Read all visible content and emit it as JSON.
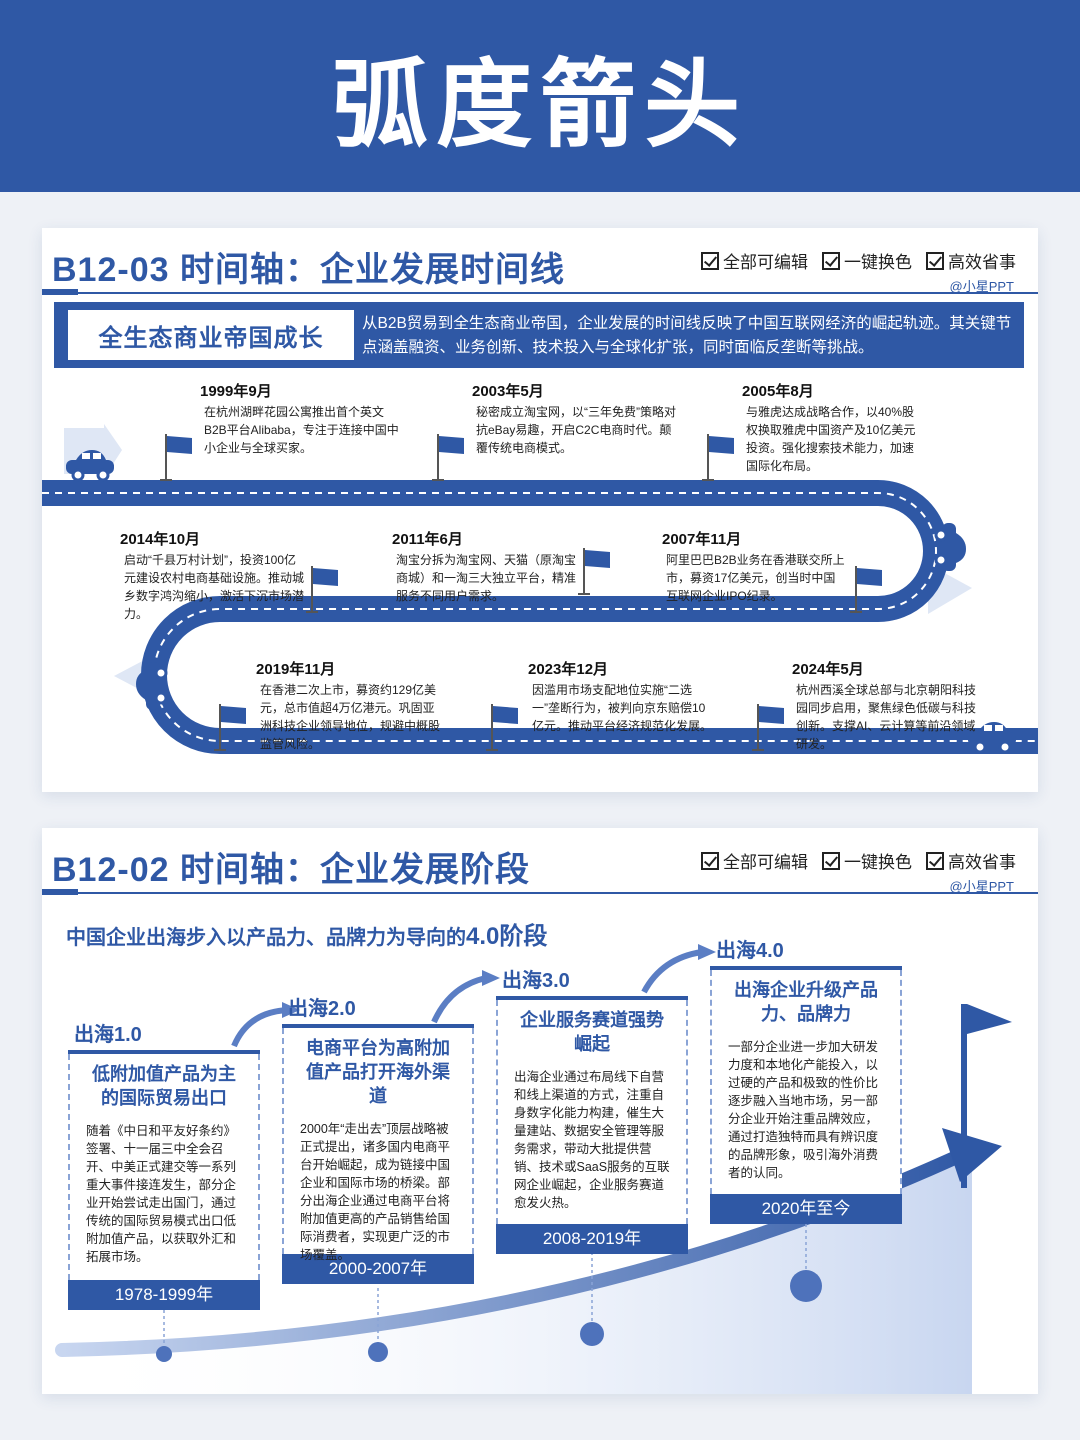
{
  "banner": {
    "title": "弧度箭头"
  },
  "features": [
    "全部可编辑",
    "一键换色",
    "高效省事"
  ],
  "author": "@小星PPT",
  "card1": {
    "title": "B12-03 时间轴：企业发展时间线",
    "subtitle": "全生态商业帝国成长",
    "description": "从B2B贸易到全生态商业帝国，企业发展的时间线反映了中国互联网经济的崛起轨迹。其关键节点涵盖融资、业务创新、技术投入与全球化扩张，同时面临反垄断等挑战。",
    "events": [
      {
        "date": "1999年9月",
        "text": "在杭州湖畔花园公寓推出首个英文B2B平台Alibaba，专注于连接中国中小企业与全球买家。"
      },
      {
        "date": "2003年5月",
        "text": "秘密成立淘宝网，以“三年免费”策略对抗eBay易趣，开启C2C电商时代。颠覆传统电商模式。"
      },
      {
        "date": "2005年8月",
        "text": "与雅虎达成战略合作，以40%股权换取雅虎中国资产及10亿美元投资。强化搜索技术能力，加速国际化布局。"
      },
      {
        "date": "2014年10月",
        "text": "启动“千县万村计划”，投资100亿元建设农村电商基础设施。推动城乡数字鸿沟缩小，激活下沉市场潜力。"
      },
      {
        "date": "2011年6月",
        "text": "淘宝分拆为淘宝网、天猫（原淘宝商城）和一淘三大独立平台，精准服务不同用户需求。"
      },
      {
        "date": "2007年11月",
        "text": "阿里巴巴B2B业务在香港联交所上市，募资17亿美元，创当时中国互联网企业IPO纪录。"
      },
      {
        "date": "2019年11月",
        "text": "在香港二次上市，募资约129亿美元，总市值超4万亿港元。巩固亚洲科技企业领导地位，规避中概股监管风险。"
      },
      {
        "date": "2023年12月",
        "text": "因滥用市场支配地位实施“二选一”垄断行为，被判向京东赔偿10亿元。推动平台经济规范化发展。"
      },
      {
        "date": "2024年5月",
        "text": "杭州西溪全球总部与北京朝阳科技园同步启用，聚焦绿色低碳与科技创新。支撑AI、云计算等前沿领域研发。"
      }
    ]
  },
  "card2": {
    "title": "B12-02 时间轴：企业发展阶段",
    "subtitle_main": "中国企业出海步入以产品力、品牌力为导向的",
    "subtitle_big": "4.0阶段",
    "stages": [
      {
        "label": "出海1.0",
        "heading": "低附加值产品为主的国际贸易出口",
        "text": "随着《中日和平友好条约》签署、十一届三中全会召开、中美正式建交等一系列重大事件接连发生，部分企业开始尝试走出国门，通过传统的国际贸易模式出口低附加值产品，以获取外汇和拓展市场。",
        "years": "1978-1999年"
      },
      {
        "label": "出海2.0",
        "heading": "电商平台为高附加值产品打开海外渠道",
        "text": "2000年“走出去”顶层战略被正式提出，诸多国内电商平台开始崛起，成为链接中国企业和国际市场的桥梁。部分出海企业通过电商平台将附加值更高的产品销售给国际消费者，实现更广泛的市场覆盖。",
        "years": "2000-2007年"
      },
      {
        "label": "出海3.0",
        "heading": "企业服务赛道强势崛起",
        "text": "出海企业通过布局线下自营和线上渠道的方式，注重自身数字化能力构建，催生大量建站、数据安全管理等服务需求，带动大批提供营销、技术或SaaS服务的互联网企业崛起，企业服务赛道愈发火热。",
        "years": "2008-2019年"
      },
      {
        "label": "出海4.0",
        "heading": "出海企业升级产品力、品牌力",
        "text": "一部分企业进一步加大研发力度和本地化产能投入，以过硬的产品和极致的性价比逐步融入当地市场，另一部分企业开始注重品牌效应，通过打造独特而具有辨识度的品牌形象，吸引海外消费者的认同。",
        "years": "2020年至今"
      }
    ]
  },
  "colors": {
    "primary": "#2f58a5",
    "light": "#8aa4d6"
  }
}
